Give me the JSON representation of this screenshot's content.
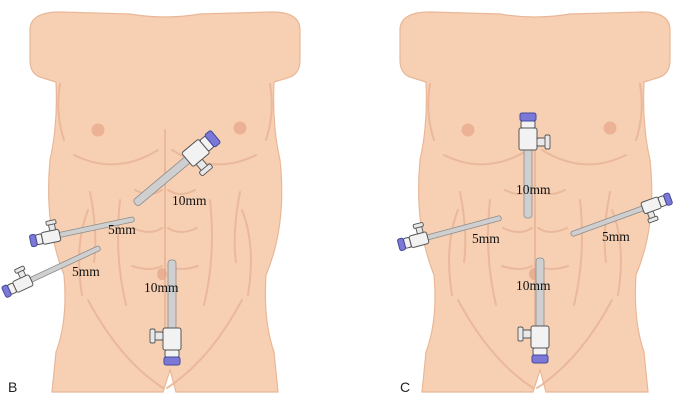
{
  "panels": [
    {
      "letter": "B",
      "ports": [
        {
          "size": "10mm"
        },
        {
          "size": "5mm"
        },
        {
          "size": "5mm"
        },
        {
          "size": "10mm"
        }
      ]
    },
    {
      "letter": "C",
      "ports": [
        {
          "size": "10mm"
        },
        {
          "size": "5mm"
        },
        {
          "size": "5mm"
        },
        {
          "size": "10mm"
        }
      ]
    }
  ],
  "colors": {
    "skin": "#f7d0b3",
    "cap": "#7b78d8",
    "trocar_body": "#f2f2f2",
    "shaft": "#cfcfcf"
  }
}
